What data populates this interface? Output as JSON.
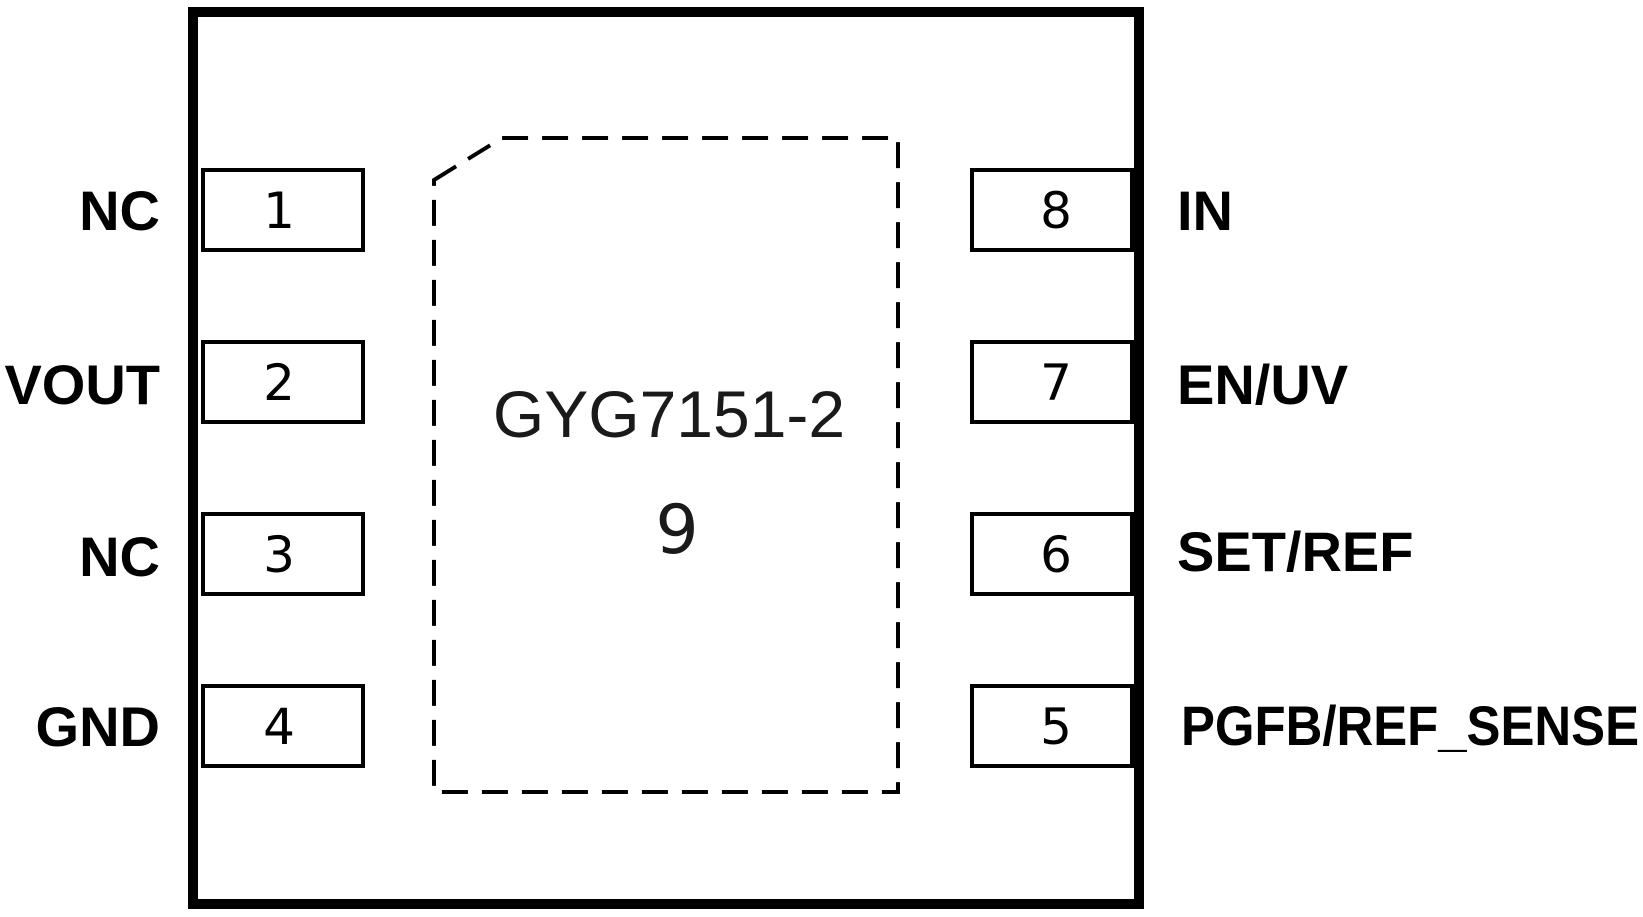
{
  "package": {
    "part_number": "GYG7151-2",
    "thermal_pad_number": "9"
  },
  "left_pins": [
    {
      "number": "1",
      "name": "NC"
    },
    {
      "number": "2",
      "name": "VOUT"
    },
    {
      "number": "3",
      "name": "NC"
    },
    {
      "number": "4",
      "name": "GND"
    }
  ],
  "right_pins": [
    {
      "number": "8",
      "name": "IN"
    },
    {
      "number": "7",
      "name": "EN/UV"
    },
    {
      "number": "6",
      "name": "SET/REF"
    },
    {
      "number": "5",
      "name": "PGFB/REF_SENSE"
    }
  ]
}
